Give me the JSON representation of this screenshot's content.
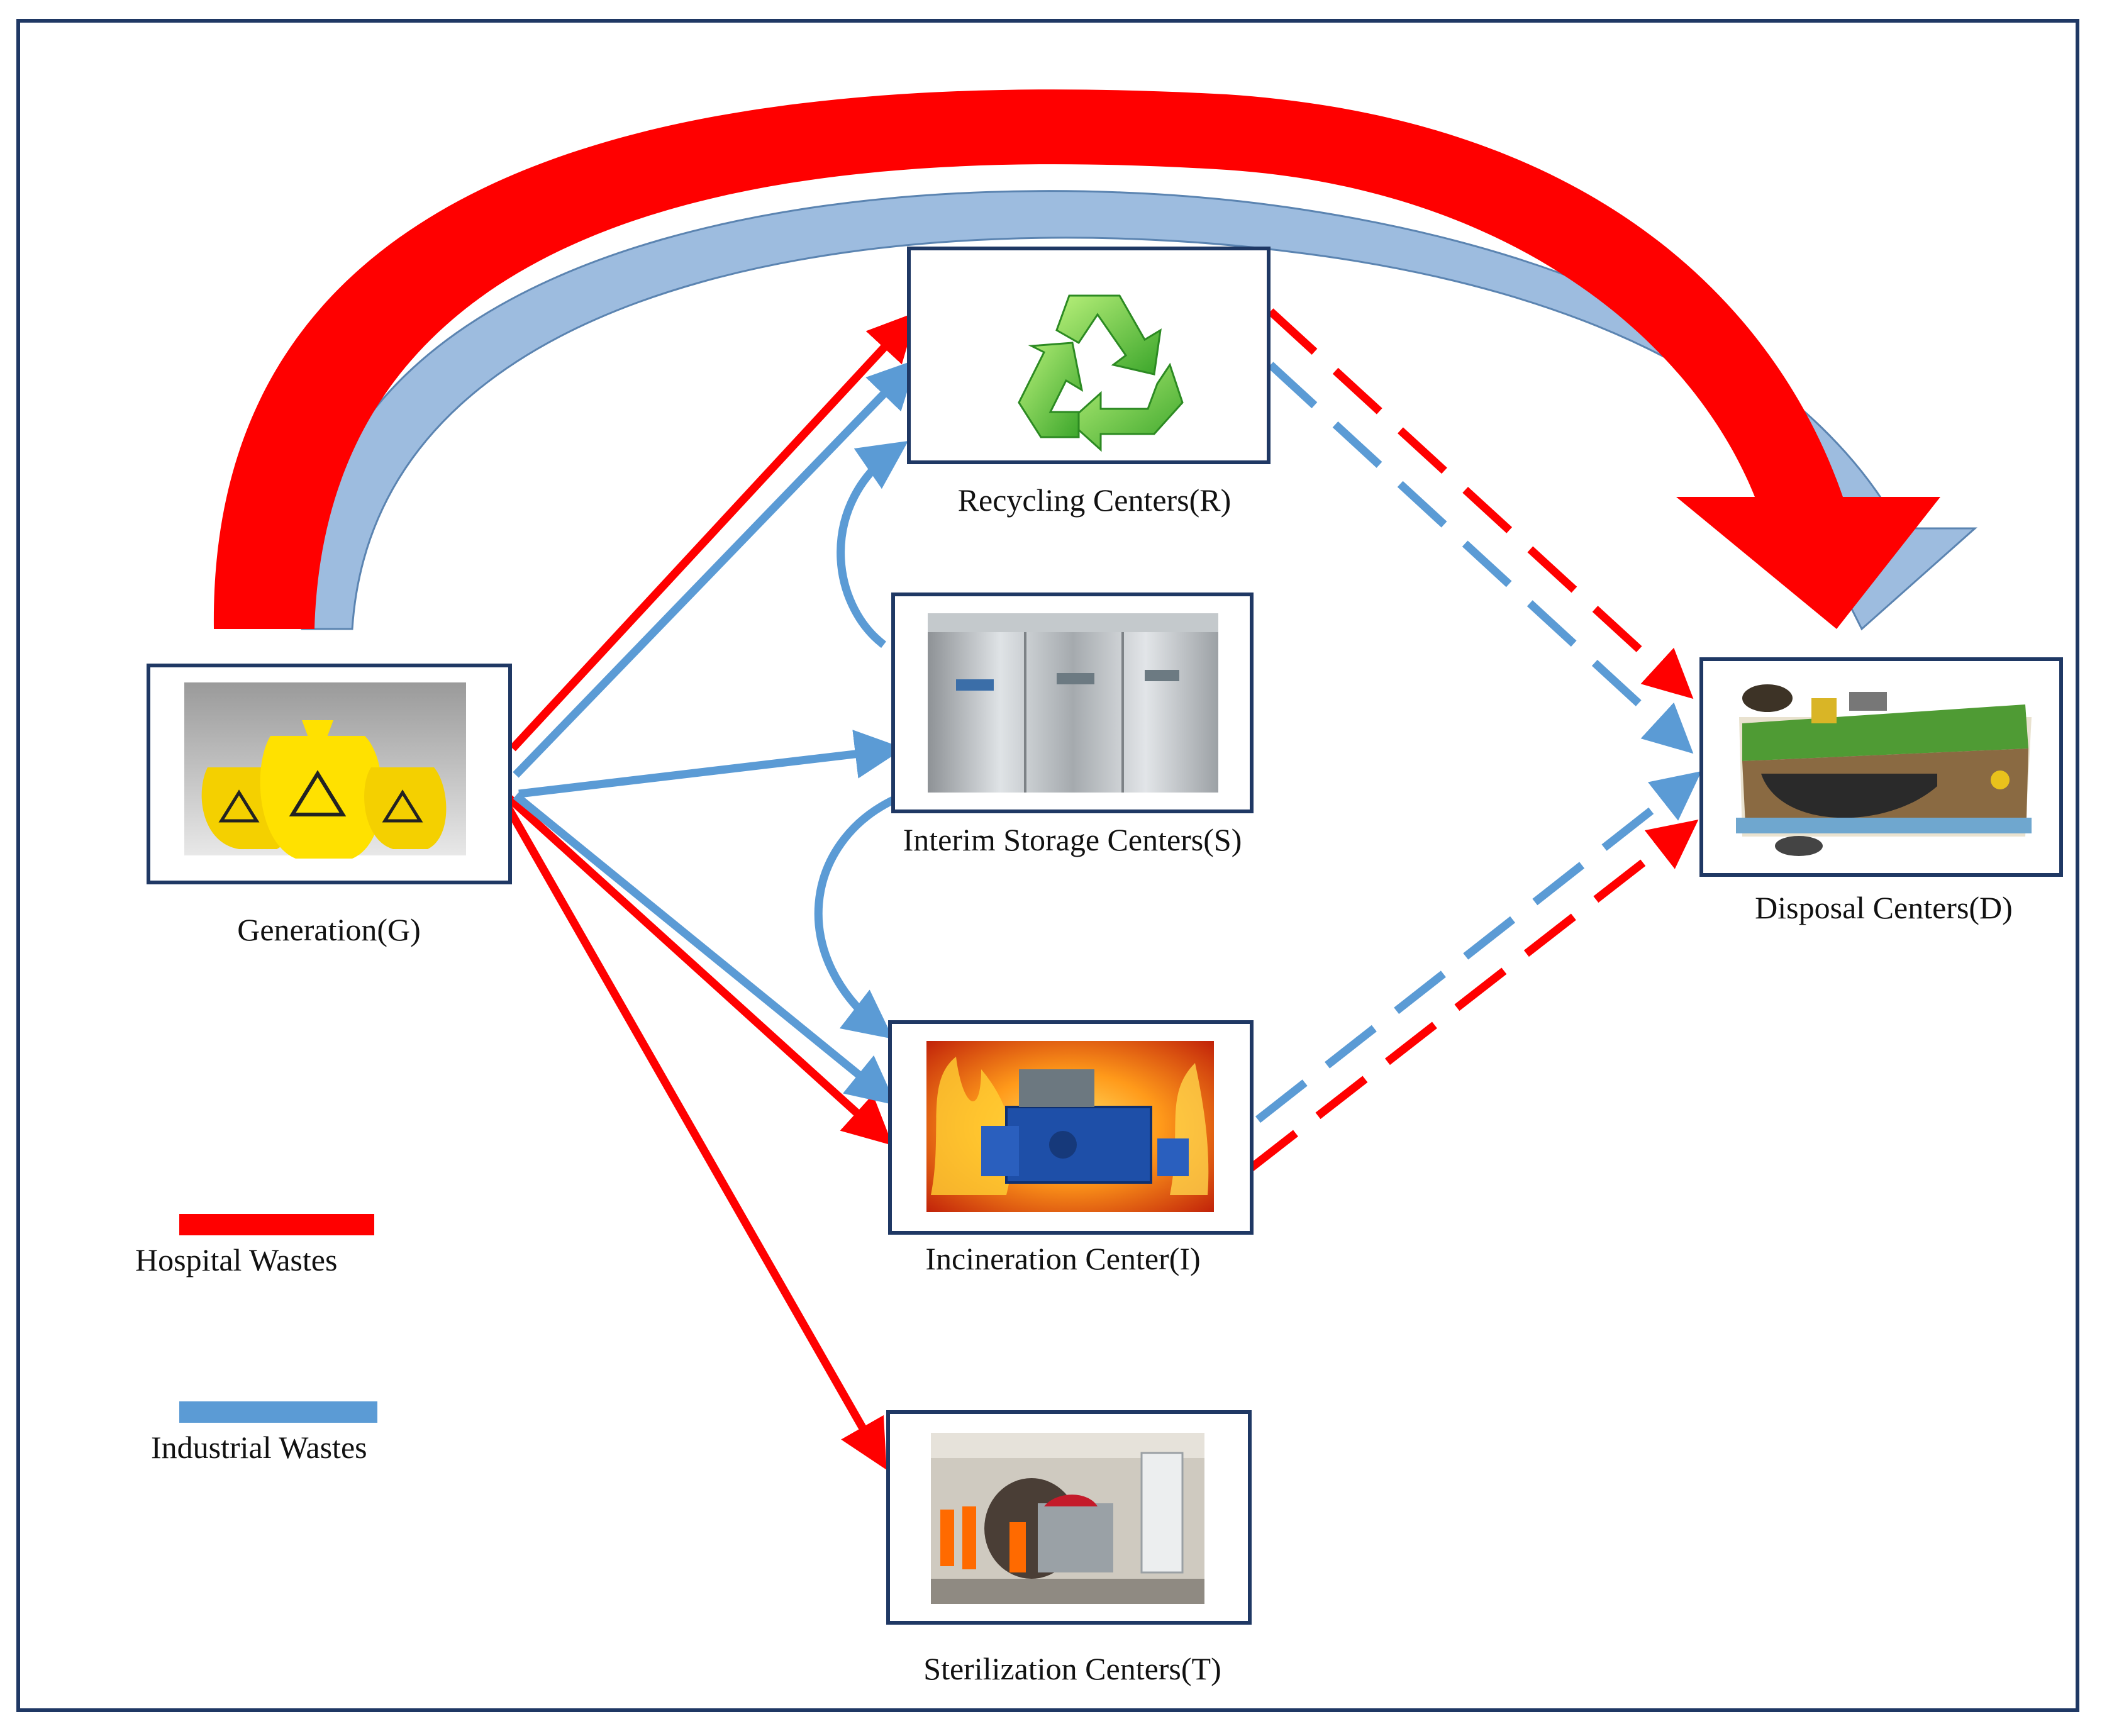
{
  "nodes": {
    "generation": "Generation(G)",
    "recycling": "Recycling Centers(R)",
    "storage": "Interim Storage Centers(S)",
    "incineration": "Incineration Center(I)",
    "sterilization": "Sterilization Centers(T)",
    "disposal": "Disposal Centers(D)"
  },
  "legend": {
    "hospital": {
      "label": "Hospital Wastes",
      "color": "#ff0000"
    },
    "industrial": {
      "label": "Industrial Wastes",
      "color": "#5b9bd5"
    }
  },
  "colors": {
    "border": "#1f3864",
    "hospital": "#ff0000",
    "industrial": "#5b9bd5"
  },
  "icons": {
    "generation": "biohazard-bags-icon",
    "recycling": "recycle-icon",
    "storage": "storage-tanks-icon",
    "incineration": "incinerator-fire-icon",
    "sterilization": "sterilizer-machine-icon",
    "disposal": "landfill-icon"
  }
}
